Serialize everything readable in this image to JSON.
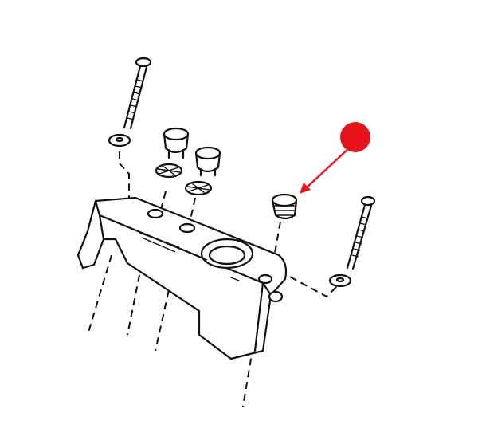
{
  "diagram": {
    "type": "exploded-parts-drawing",
    "parts": [
      "long-screw-left",
      "washer-left",
      "plug-screw-1",
      "plug-screw-2",
      "lock-washer-1",
      "lock-washer-2",
      "housing-cover",
      "small-plug",
      "long-screw-right",
      "washer-right"
    ],
    "highlighted_part": "small-plug"
  },
  "colors": {
    "line": "#111111",
    "background": "#ffffff",
    "marker": "#e8141c"
  },
  "icons": {
    "marker": "red-dot-icon",
    "pointer": "arrow-icon"
  }
}
